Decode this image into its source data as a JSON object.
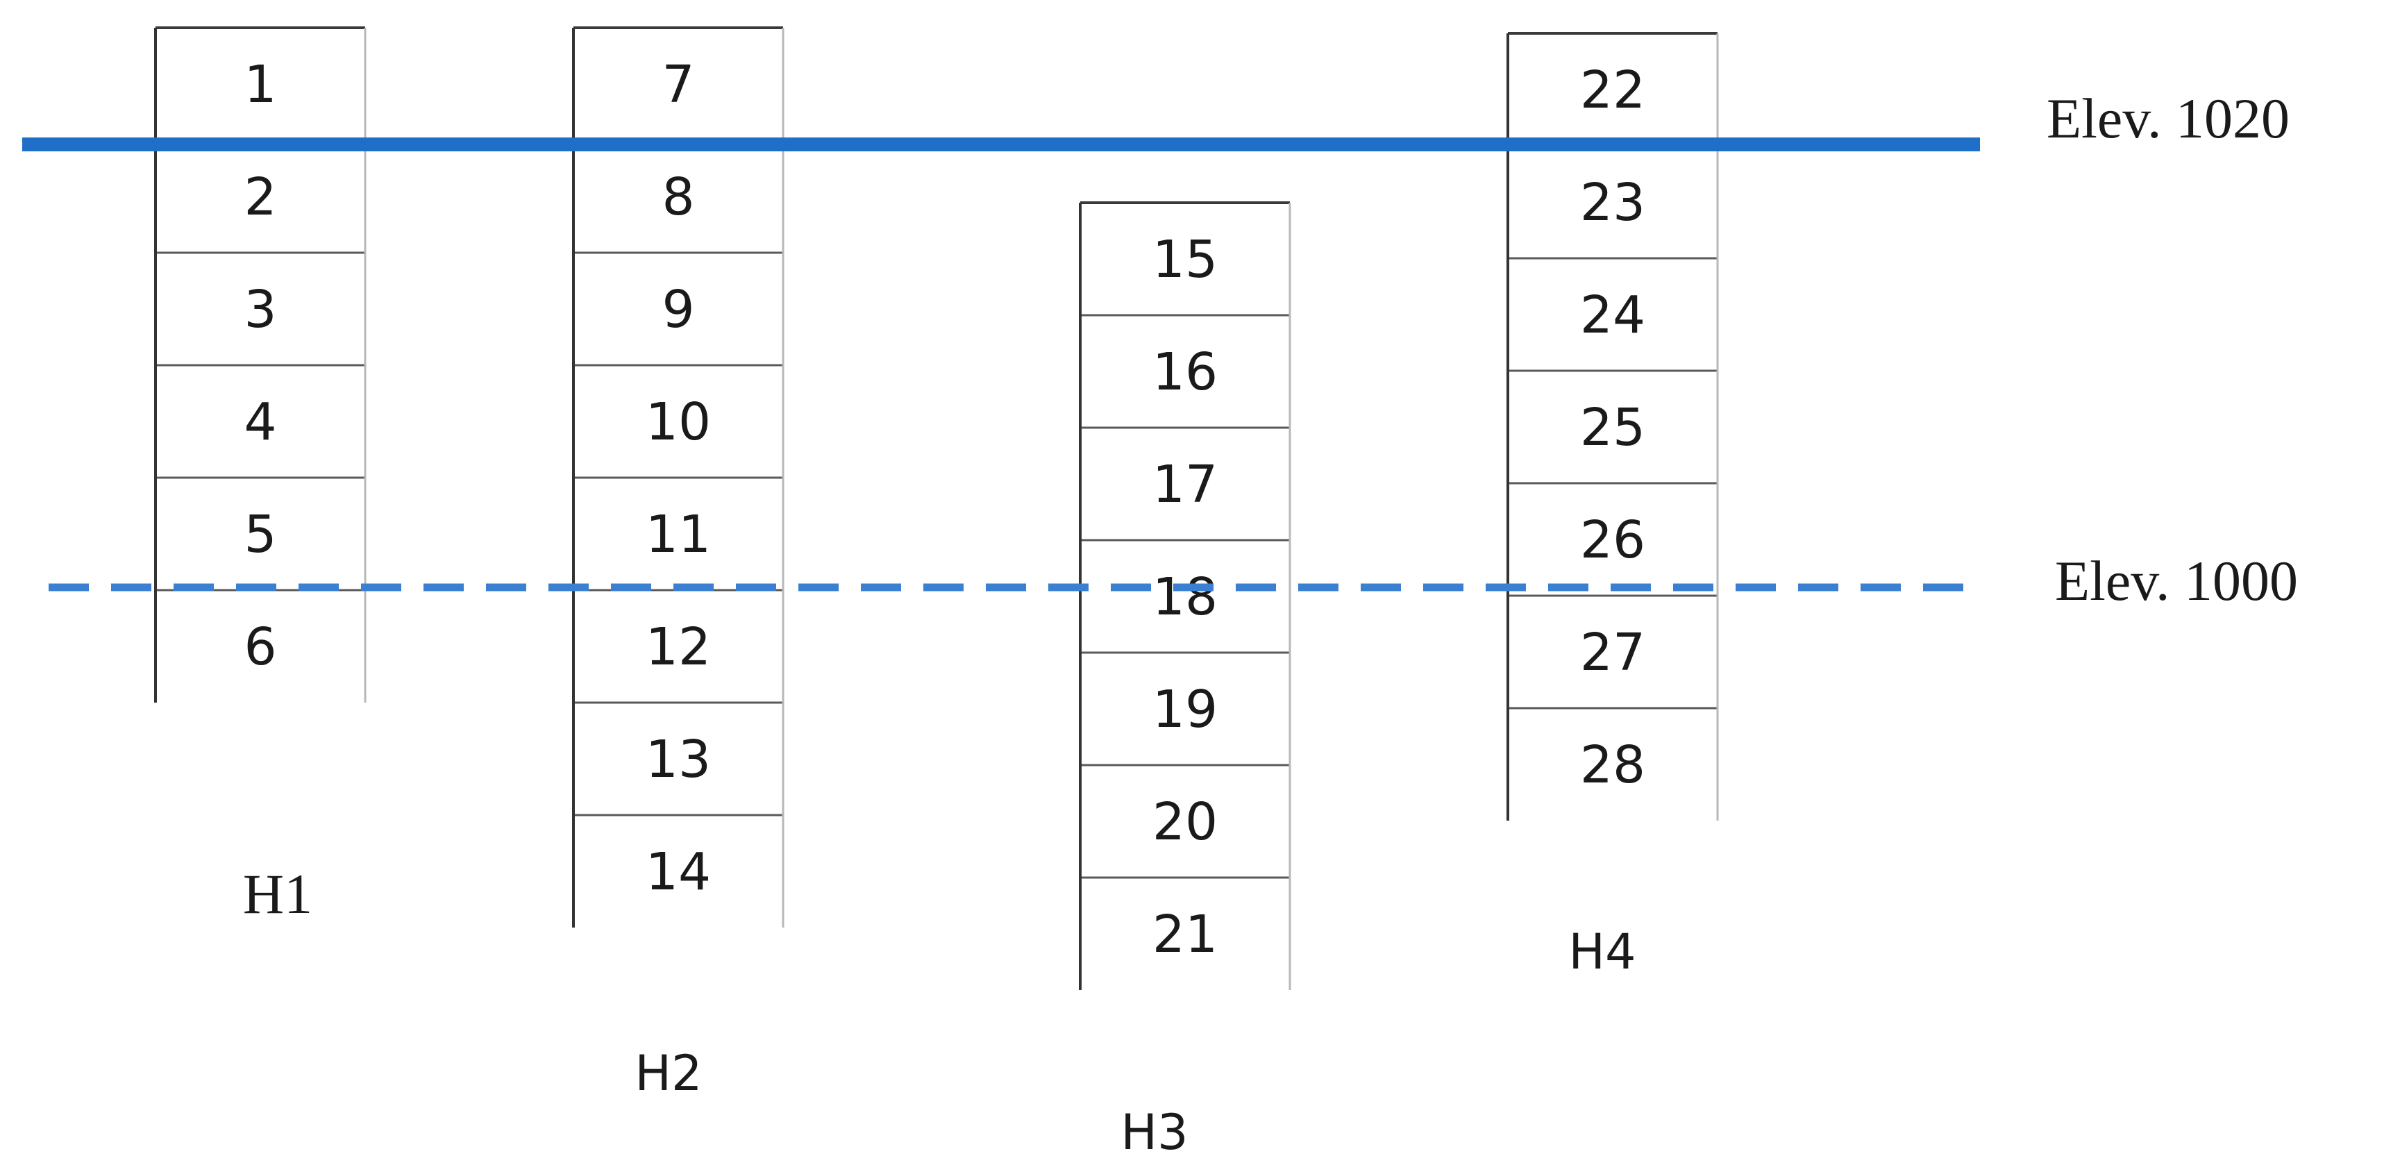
{
  "holes": [
    {
      "label": "H1",
      "cells": [
        "1",
        "2",
        "3",
        "4",
        "5",
        "6"
      ]
    },
    {
      "label": "H2",
      "cells": [
        "7",
        "8",
        "9",
        "10",
        "11",
        "12",
        "13",
        "14"
      ]
    },
    {
      "label": "H3",
      "cells": [
        "15",
        "16",
        "17",
        "18",
        "19",
        "20",
        "21"
      ]
    },
    {
      "label": "H4",
      "cells": [
        "22",
        "23",
        "24",
        "25",
        "26",
        "27",
        "28"
      ]
    }
  ],
  "elevation_lines": [
    {
      "label": "Elev. 1020",
      "style": "solid",
      "color": "#1f6fc9"
    },
    {
      "label": "Elev. 1000",
      "style": "dashed",
      "color": "#3a7fd0"
    }
  ]
}
